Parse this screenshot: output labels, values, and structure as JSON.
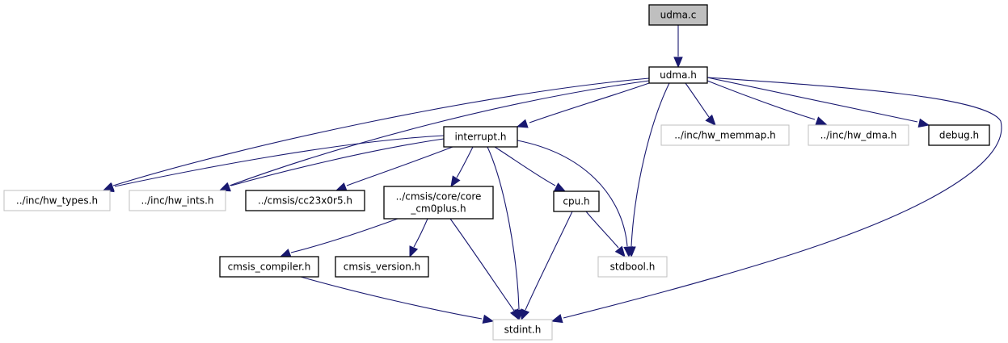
{
  "diagram": {
    "type": "include-dependency-graph",
    "colors": {
      "edge": "#191970",
      "root_fill": "#bfbfbf",
      "documented_border": "#000000",
      "undocumented_border": "#bfbfbf"
    },
    "nodes": [
      {
        "id": "udma_c",
        "label": "udma.c",
        "style": "root"
      },
      {
        "id": "udma_h",
        "label": "udma.h",
        "style": "documented"
      },
      {
        "id": "interrupt_h",
        "label": "interrupt.h",
        "style": "documented"
      },
      {
        "id": "hw_memmap",
        "label": "../inc/hw_memmap.h",
        "style": "external"
      },
      {
        "id": "hw_dma",
        "label": "../inc/hw_dma.h",
        "style": "external"
      },
      {
        "id": "debug_h",
        "label": "debug.h",
        "style": "documented"
      },
      {
        "id": "hw_types",
        "label": "../inc/hw_types.h",
        "style": "external"
      },
      {
        "id": "hw_ints",
        "label": "../inc/hw_ints.h",
        "style": "external"
      },
      {
        "id": "cc23x0r5",
        "label": "../cmsis/cc23x0r5.h",
        "style": "documented"
      },
      {
        "id": "core_cm0plus",
        "label": "../cmsis/core/core\n_cm0plus.h",
        "lines": [
          "../cmsis/core/core",
          "_cm0plus.h"
        ],
        "style": "documented"
      },
      {
        "id": "cpu_h",
        "label": "cpu.h",
        "style": "documented"
      },
      {
        "id": "cmsis_compiler",
        "label": "cmsis_compiler.h",
        "style": "documented"
      },
      {
        "id": "cmsis_version",
        "label": "cmsis_version.h",
        "style": "documented"
      },
      {
        "id": "stdbool",
        "label": "stdbool.h",
        "style": "external"
      },
      {
        "id": "stdint",
        "label": "stdint.h",
        "style": "external"
      }
    ],
    "edges": [
      {
        "from": "udma_c",
        "to": "udma_h"
      },
      {
        "from": "udma_h",
        "to": "interrupt_h"
      },
      {
        "from": "udma_h",
        "to": "hw_types"
      },
      {
        "from": "udma_h",
        "to": "hw_ints"
      },
      {
        "from": "udma_h",
        "to": "stdbool"
      },
      {
        "from": "udma_h",
        "to": "hw_memmap"
      },
      {
        "from": "udma_h",
        "to": "hw_dma"
      },
      {
        "from": "udma_h",
        "to": "debug_h"
      },
      {
        "from": "udma_h",
        "to": "stdint"
      },
      {
        "from": "interrupt_h",
        "to": "hw_types"
      },
      {
        "from": "interrupt_h",
        "to": "hw_ints"
      },
      {
        "from": "interrupt_h",
        "to": "cc23x0r5"
      },
      {
        "from": "interrupt_h",
        "to": "core_cm0plus"
      },
      {
        "from": "interrupt_h",
        "to": "stdint"
      },
      {
        "from": "interrupt_h",
        "to": "cpu_h"
      },
      {
        "from": "interrupt_h",
        "to": "stdbool"
      },
      {
        "from": "core_cm0plus",
        "to": "cmsis_compiler"
      },
      {
        "from": "core_cm0plus",
        "to": "cmsis_version"
      },
      {
        "from": "core_cm0plus",
        "to": "stdint"
      },
      {
        "from": "cpu_h",
        "to": "stdint"
      },
      {
        "from": "cpu_h",
        "to": "stdbool"
      },
      {
        "from": "cmsis_compiler",
        "to": "stdint"
      }
    ]
  }
}
